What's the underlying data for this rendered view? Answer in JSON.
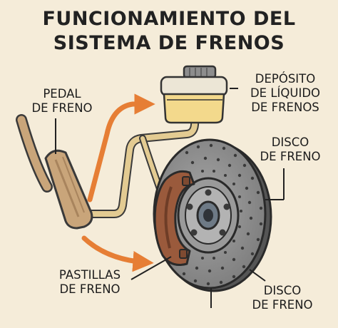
{
  "title": {
    "line1": "FUNCIONAMIENTO DEL",
    "line2": "SISTEMA DE FRENOS"
  },
  "labels": {
    "pedal": "PEDAL\nDE FRENO",
    "deposito": "DEPÓSITO\nDE LÍQUIDO\nDE FRENOS",
    "disco_top": "DISCO\nDE FRENO",
    "pastillas": "PASTILLAS\nDE FRENO",
    "disco_bottom": "DISCO\nDE FRENO"
  },
  "colors": {
    "background": "#f5ecd9",
    "arrow": "#e67e35",
    "brake_line": "#d8c08a",
    "pedal": "#c9a57a",
    "reservoir_fluid": "#f3d98c",
    "disc": "#8c8c8c",
    "pads": "#9a5a3c"
  }
}
